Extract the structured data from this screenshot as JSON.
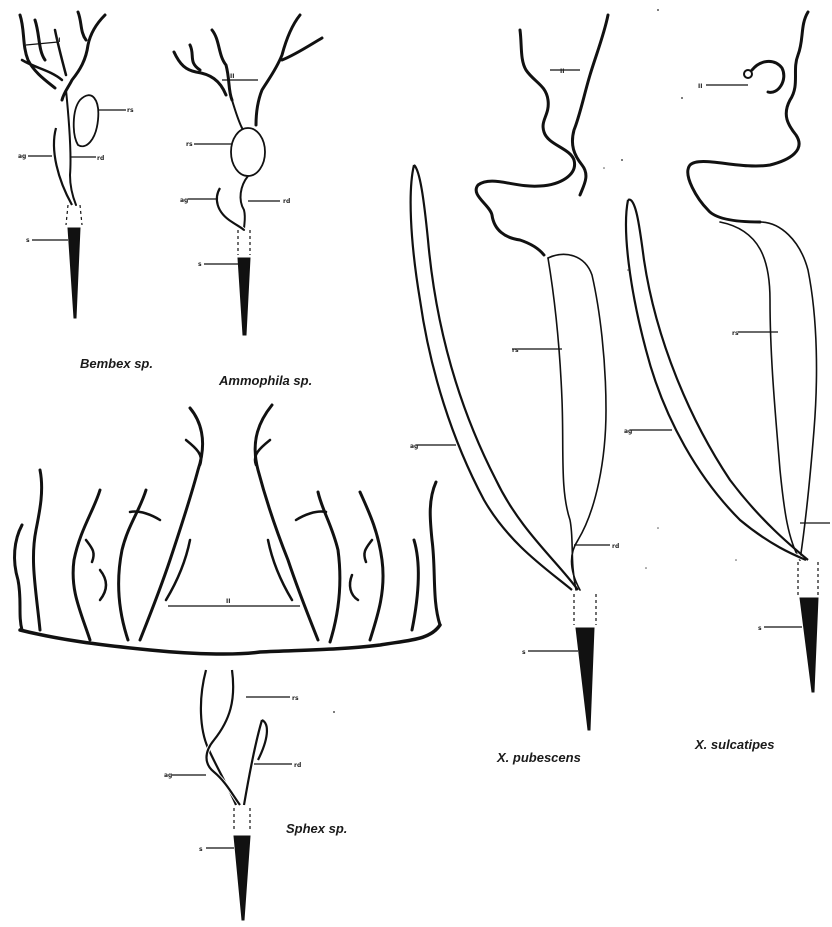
{
  "figure": {
    "panels": [
      {
        "id": "bembex",
        "caption": "Bembex sp."
      },
      {
        "id": "ammophila",
        "caption": "Ammophila sp."
      },
      {
        "id": "sphex",
        "caption": "Sphex sp."
      },
      {
        "id": "x-pubescens",
        "caption": "X. pubescens"
      },
      {
        "id": "x-sulcatipes",
        "caption": "X. sulcatipes"
      }
    ]
  }
}
